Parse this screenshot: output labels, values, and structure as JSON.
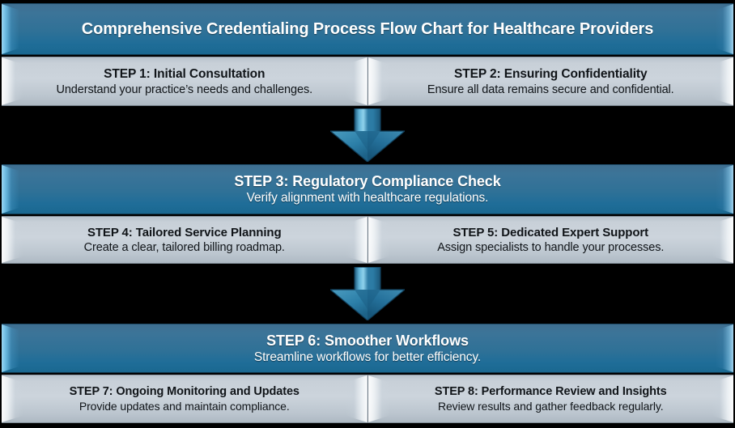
{
  "chart_data": {
    "type": "diagram",
    "title": "Comprehensive Credentialing Process Flow Chart for Healthcare Providers",
    "layout": "vertical flowchart with paired step boxes joined by downward arrows",
    "colors": {
      "background": "#000000",
      "accent_blue": "#2f7197",
      "blue_bevel_highlight": "#a0dcf8",
      "gray_box": "#ccd4dc",
      "gray_text": "#101418",
      "blue_text": "#ffffff",
      "arrow_fill": "#2f7197"
    },
    "rows": [
      {
        "kind": "header",
        "cells": [
          {
            "title": "Comprehensive Credentialing Process Flow Chart for Healthcare Providers",
            "subtitle": ""
          }
        ]
      },
      {
        "kind": "steps",
        "cells": [
          {
            "title": "STEP 1: Initial Consultation",
            "subtitle": "Understand your practice’s needs and challenges."
          },
          {
            "title": "STEP 2: Ensuring Confidentiality",
            "subtitle": "Ensure all data remains secure and confidential."
          }
        ]
      },
      {
        "kind": "connector",
        "icon": "down-arrow-icon"
      },
      {
        "kind": "milestone",
        "cells": [
          {
            "title": "STEP 3: Regulatory Compliance Check",
            "subtitle": "Verify alignment with healthcare regulations."
          }
        ]
      },
      {
        "kind": "steps",
        "cells": [
          {
            "title": "STEP 4: Tailored Service Planning",
            "subtitle": "Create a clear, tailored billing roadmap."
          },
          {
            "title": "STEP 5: Dedicated Expert Support",
            "subtitle": "Assign specialists to handle your processes."
          }
        ]
      },
      {
        "kind": "connector",
        "icon": "down-arrow-icon"
      },
      {
        "kind": "milestone",
        "cells": [
          {
            "title": "STEP 6: Smoother Workflows",
            "subtitle": "Streamline workflows for better efficiency."
          }
        ]
      },
      {
        "kind": "steps",
        "cells": [
          {
            "title": "STEP 7: Ongoing Monitoring and Updates",
            "subtitle": "Provide updates and maintain compliance."
          },
          {
            "title": "STEP 8: Performance Review and Insights",
            "subtitle": "Review results and gather feedback regularly."
          }
        ]
      }
    ]
  },
  "header": {
    "title": "Comprehensive Credentialing Process Flow Chart for Healthcare Providers"
  },
  "steps": {
    "step1": {
      "title": "STEP 1: Initial Consultation",
      "subtitle": "Understand your practice’s needs and challenges."
    },
    "step2": {
      "title": "STEP 2: Ensuring Confidentiality",
      "subtitle": "Ensure all data remains secure and confidential."
    },
    "step3": {
      "title": "STEP 3: Regulatory Compliance Check",
      "subtitle": "Verify alignment with healthcare regulations."
    },
    "step4": {
      "title": "STEP 4: Tailored Service Planning",
      "subtitle": "Create a clear, tailored billing roadmap."
    },
    "step5": {
      "title": "STEP 5: Dedicated Expert Support",
      "subtitle": "Assign specialists to handle your processes."
    },
    "step6": {
      "title": "STEP 6: Smoother Workflows",
      "subtitle": "Streamline workflows for better efficiency."
    },
    "step7": {
      "title": "STEP 7: Ongoing Monitoring and Updates",
      "subtitle": "Provide updates and maintain compliance."
    },
    "step8": {
      "title": "STEP 8: Performance Review and Insights",
      "subtitle": "Review results and gather feedback regularly."
    }
  }
}
